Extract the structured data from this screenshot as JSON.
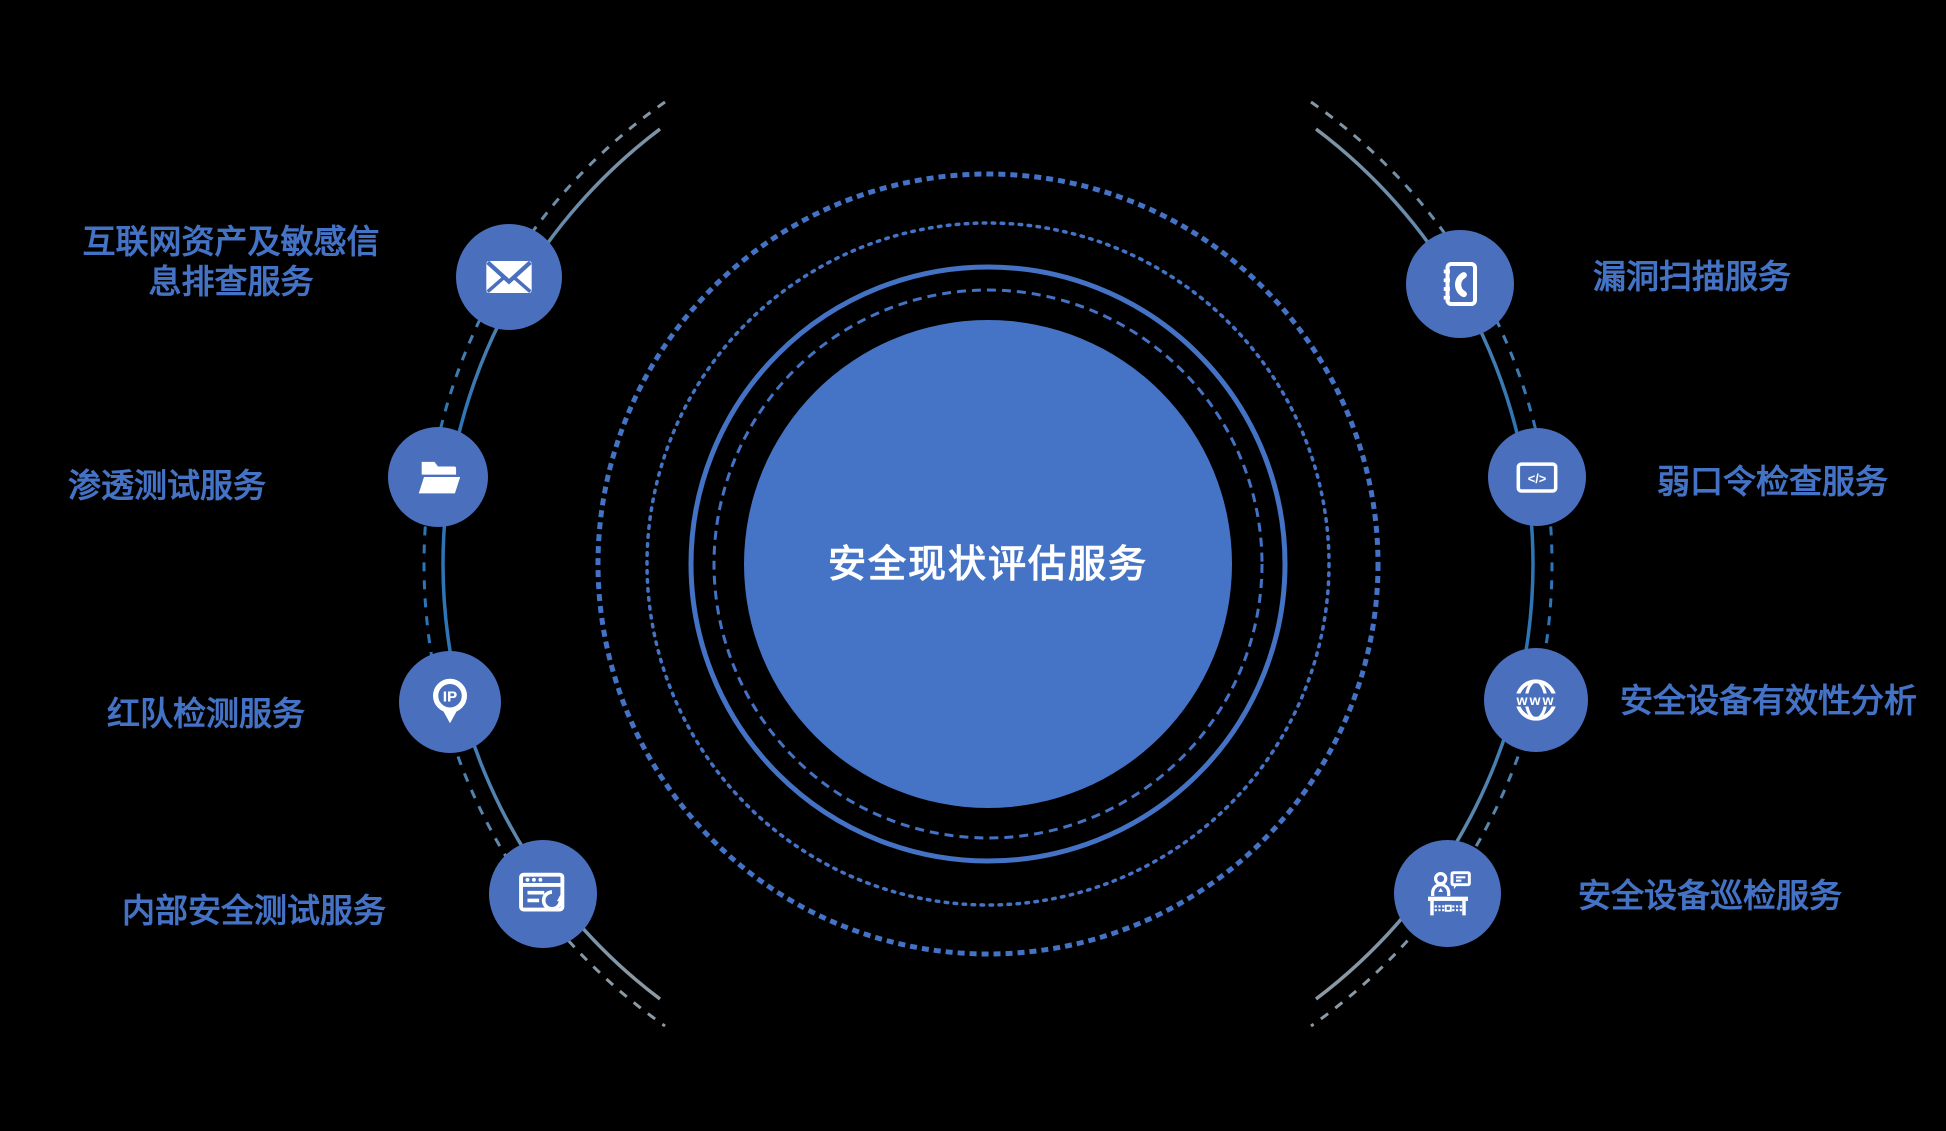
{
  "diagram_title": "安全现状评估服务",
  "hub": {
    "label": "安全现状评估服务"
  },
  "services": {
    "left": [
      {
        "label": "互联网资产及敏感信息排查服务",
        "icon": "envelope-icon"
      },
      {
        "label": "渗透测试服务",
        "icon": "open-folder-icon"
      },
      {
        "label": "红队检测服务",
        "icon": "ip-location-pin-icon"
      },
      {
        "label": "内部安全测试服务",
        "icon": "browser-refresh-icon"
      }
    ],
    "right": [
      {
        "label": "漏洞扫描服务",
        "icon": "contact-book-icon"
      },
      {
        "label": "弱口令检查服务",
        "icon": "code-window-icon"
      },
      {
        "label": "安全设备有效性分析",
        "icon": "www-globe-icon"
      },
      {
        "label": "安全设备巡检服务",
        "icon": "service-desk-icon"
      }
    ]
  },
  "colors": {
    "primary": "#4472C4",
    "hub-fill": "#4573C5",
    "node-fill": "#4A6FBD",
    "accent-line": "#2E75B6",
    "line-gray": "#8E9AA3",
    "label-color": "#4472C4",
    "text-white": "#FFFFFF",
    "background": "#000000"
  }
}
